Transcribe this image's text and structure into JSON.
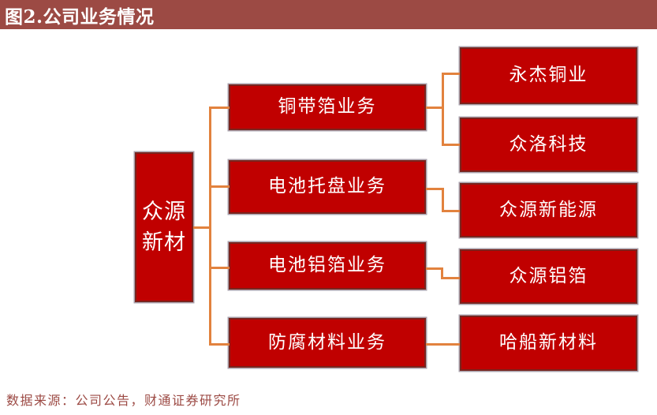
{
  "title": "图2.公司业务情况",
  "footer": "数据来源：公司公告，财通证券研究所",
  "colors": {
    "background": "#FFFFFF",
    "title_bg": "#9C4A44",
    "title_text": "#FFFFFF",
    "node_fill": "#C00000",
    "node_border": "#7A241E",
    "node_text": "#FFFFFF",
    "connector": "#E2823E",
    "footer_text": "#9C4A44"
  },
  "diagram": {
    "root": {
      "label": "众源新材"
    },
    "branches": [
      {
        "label": "铜带箔业务",
        "children": [
          "永杰铜业",
          "众洛科技"
        ]
      },
      {
        "label": "电池托盘业务",
        "children": [
          "众源新能源"
        ]
      },
      {
        "label": "电池铝箔业务",
        "children": [
          "众源铝箔"
        ]
      },
      {
        "label": "防腐材料业务",
        "children": [
          "哈船新材料"
        ]
      }
    ]
  }
}
